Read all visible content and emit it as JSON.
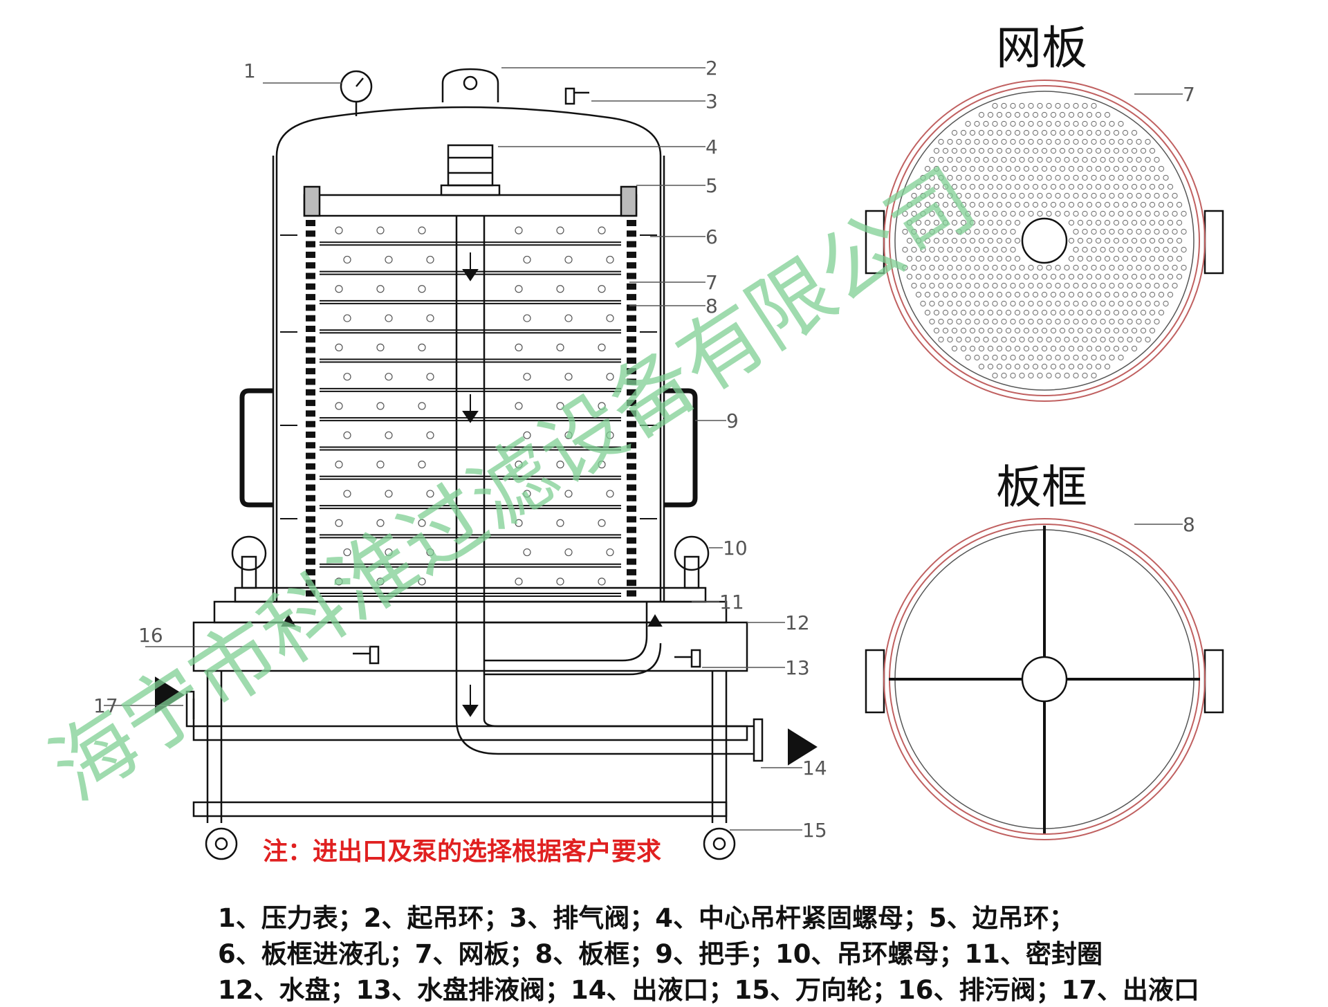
{
  "titles": {
    "mesh_plate": "网板",
    "plate_frame": "板框"
  },
  "callouts": {
    "n1": "1",
    "n2": "2",
    "n3": "3",
    "n4": "4",
    "n5": "5",
    "n6": "6",
    "n7": "7",
    "n8": "8",
    "n9": "9",
    "n10": "10",
    "n11": "11",
    "n12": "12",
    "n13": "13",
    "n14": "14",
    "n15": "15",
    "n16": "16",
    "n17": "17",
    "n7b": "7",
    "n8b": "8"
  },
  "note": "注：进出口及泵的选择根据客户要求",
  "legend": {
    "line1": "1、压力表；2、起吊环；3、排气阀；4、中心吊杆紧固螺母；5、边吊环；",
    "line2": "6、板框进液孔；7、网板；8、板框；9、把手；10、吊环螺母；11、密封圈",
    "line3": "12、水盘；13、水盘排液阀；14、出液口；15、万向轮；16、排污阀；17、出液口"
  },
  "watermark": "海宁市科淮过滤设备有限公司",
  "colors": {
    "line": "#111111",
    "note": "#e02020",
    "watermark": "#7fcf94",
    "plate_ring": "#c06060"
  }
}
